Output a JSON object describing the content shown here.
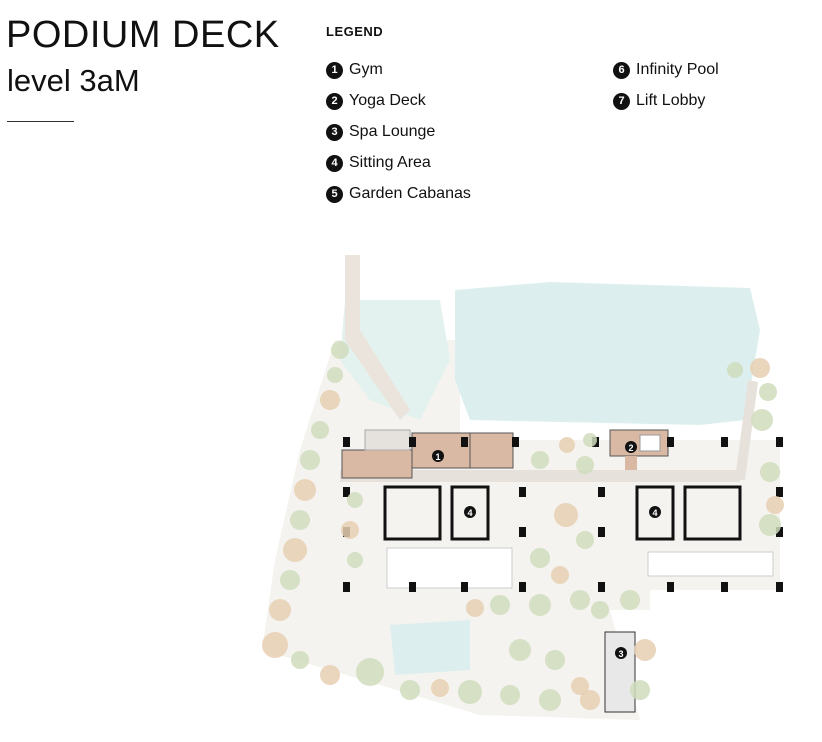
{
  "header": {
    "title": "PODIUM DECK",
    "subtitle": "level 3aM"
  },
  "legend": {
    "title": "LEGEND",
    "items": [
      {
        "num": "1",
        "label": "Gym"
      },
      {
        "num": "2",
        "label": "Yoga Deck"
      },
      {
        "num": "3",
        "label": "Spa Lounge"
      },
      {
        "num": "4",
        "label": "Sitting Area"
      },
      {
        "num": "5",
        "label": "Garden Cabanas"
      },
      {
        "num": "6",
        "label": "Infinity Pool"
      },
      {
        "num": "7",
        "label": "Lift Lobby"
      }
    ]
  },
  "plan": {
    "markers": [
      {
        "num": "1",
        "area": "gym"
      },
      {
        "num": "2",
        "area": "yoga-deck"
      },
      {
        "num": "3",
        "area": "spa-lounge"
      },
      {
        "num": "4",
        "area": "sitting-area-west"
      },
      {
        "num": "4",
        "area": "sitting-area-east"
      }
    ]
  },
  "colors": {
    "water": "#dcefee",
    "wood": "#d9b9a4",
    "path": "#e6e1da",
    "tree": "#cfdcbc",
    "tree_warm": "#e6cfb2",
    "wall": "#111111"
  }
}
